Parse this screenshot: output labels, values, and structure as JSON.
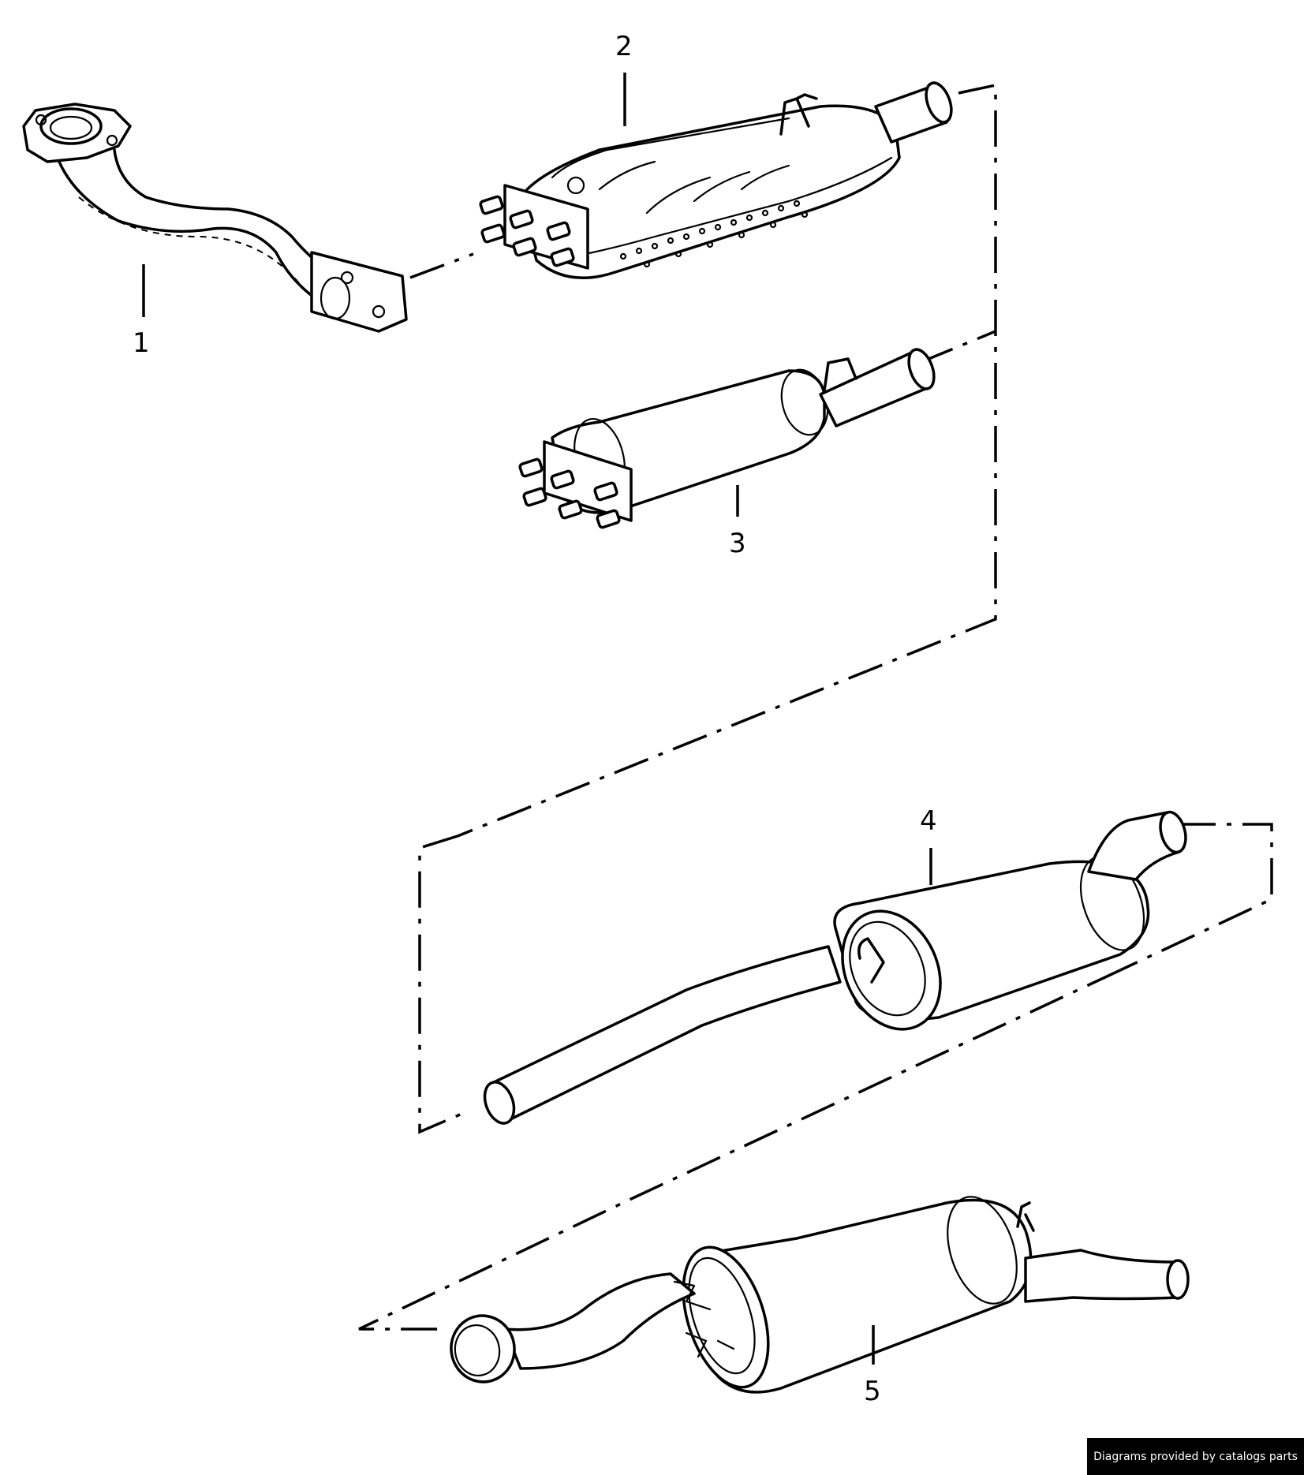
{
  "diagram": {
    "parts": [
      {
        "number": "1"
      },
      {
        "number": "2"
      },
      {
        "number": "3"
      },
      {
        "number": "4"
      },
      {
        "number": "5"
      }
    ]
  },
  "footer": {
    "credit": "Diagrams provided by catalogs parts"
  }
}
